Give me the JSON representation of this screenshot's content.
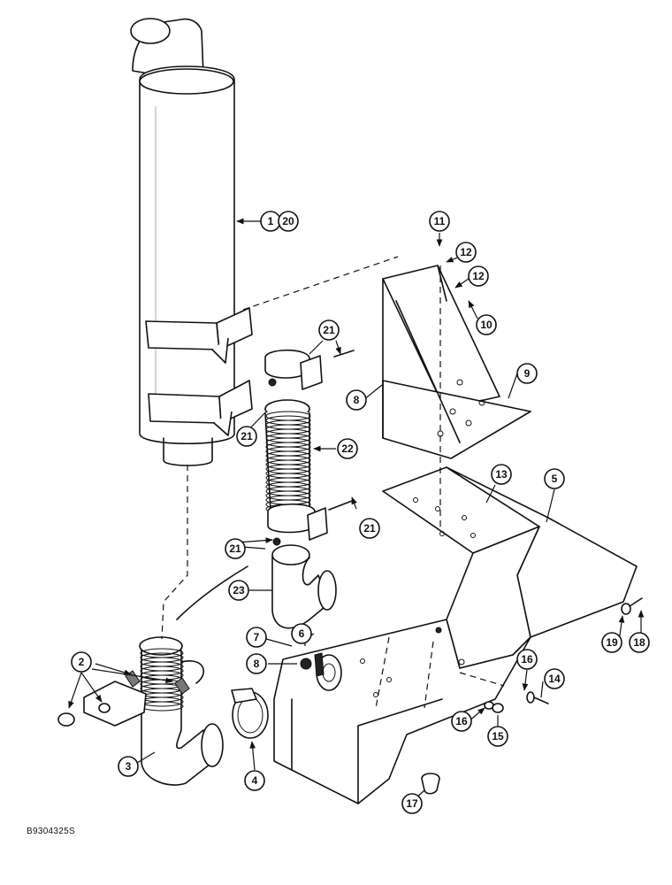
{
  "figure_ref": "B9304325S",
  "callouts": [
    "1",
    "20",
    "2",
    "3",
    "4",
    "5",
    "6",
    "7",
    "8",
    "9",
    "10",
    "11",
    "12",
    "13",
    "14",
    "15",
    "16",
    "17",
    "18",
    "19",
    "21",
    "22",
    "23"
  ]
}
